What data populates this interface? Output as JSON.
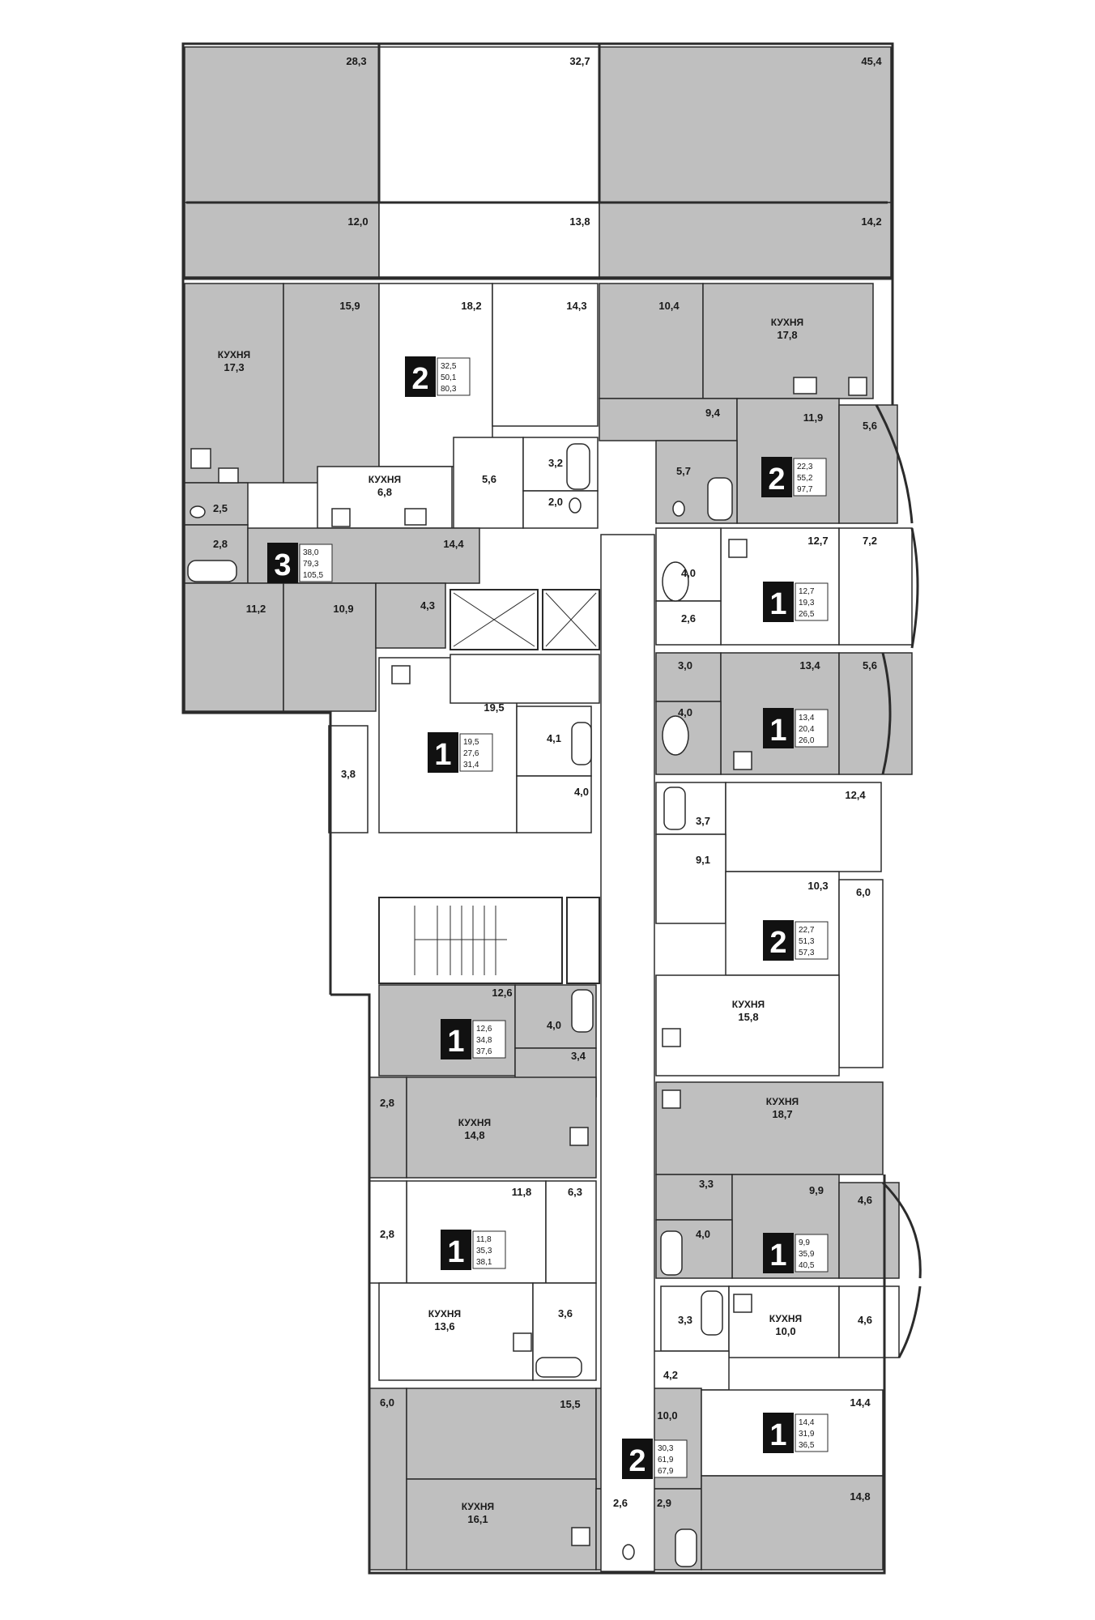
{
  "colors": {
    "apartment": "#bfbfbf",
    "common": "#ffffff",
    "wall": "#2b2b2b",
    "badge": "#111111"
  },
  "kitchen_word": "КУХНЯ",
  "rooms": [
    {
      "id": "r01",
      "label": "28,3",
      "fill": "apartment"
    },
    {
      "id": "r02",
      "label": "32,7",
      "fill": "common"
    },
    {
      "id": "r03",
      "label": "45,4",
      "fill": "apartment"
    },
    {
      "id": "r04",
      "label": "12,0",
      "fill": "apartment"
    },
    {
      "id": "r05",
      "label": "13,8",
      "fill": "common"
    },
    {
      "id": "r06",
      "label": "14,2",
      "fill": "apartment"
    },
    {
      "id": "r07",
      "label": "17,3",
      "kitchen": true,
      "fill": "apartment"
    },
    {
      "id": "r08",
      "label": "15,9",
      "fill": "apartment"
    },
    {
      "id": "r09",
      "label": "18,2",
      "fill": "common"
    },
    {
      "id": "r10",
      "label": "14,3",
      "fill": "common"
    },
    {
      "id": "r11",
      "label": "10,4",
      "fill": "apartment"
    },
    {
      "id": "r12",
      "label": "17,8",
      "kitchen": true,
      "fill": "apartment"
    },
    {
      "id": "r13",
      "label": "6,8",
      "kitchen": true,
      "fill": "common"
    },
    {
      "id": "r14",
      "label": "5,6",
      "fill": "common"
    },
    {
      "id": "r15",
      "label": "3,2",
      "fill": "common"
    },
    {
      "id": "r16",
      "label": "2,0",
      "fill": "common"
    },
    {
      "id": "r17",
      "label": "9,4",
      "fill": "apartment"
    },
    {
      "id": "r18",
      "label": "11,9",
      "fill": "apartment"
    },
    {
      "id": "r19",
      "label": "5,6",
      "fill": "apartment"
    },
    {
      "id": "r20",
      "label": "5,7",
      "fill": "apartment"
    },
    {
      "id": "r21",
      "label": "2,5",
      "fill": "apartment"
    },
    {
      "id": "r22",
      "label": "2,8",
      "fill": "apartment"
    },
    {
      "id": "r23",
      "label": "14,4",
      "fill": "apartment"
    },
    {
      "id": "r24",
      "label": "11,2",
      "fill": "apartment"
    },
    {
      "id": "r25",
      "label": "10,9",
      "fill": "apartment"
    },
    {
      "id": "r26",
      "label": "4,3",
      "fill": "apartment"
    },
    {
      "id": "r27",
      "label": "12,7",
      "fill": "common"
    },
    {
      "id": "r28",
      "label": "7,2",
      "fill": "common"
    },
    {
      "id": "r29",
      "label": "4,0",
      "fill": "common"
    },
    {
      "id": "r30",
      "label": "2,6",
      "fill": "common"
    },
    {
      "id": "r31",
      "label": "19,5",
      "fill": "common"
    },
    {
      "id": "r32",
      "label": "4,1",
      "fill": "common"
    },
    {
      "id": "r33",
      "label": "4,0",
      "fill": "common"
    },
    {
      "id": "r34",
      "label": "3,8",
      "fill": "common"
    },
    {
      "id": "r35",
      "label": "3,0",
      "fill": "apartment"
    },
    {
      "id": "r36",
      "label": "13,4",
      "fill": "apartment"
    },
    {
      "id": "r37",
      "label": "5,6",
      "fill": "apartment"
    },
    {
      "id": "r38",
      "label": "4,0",
      "fill": "apartment"
    },
    {
      "id": "r39",
      "label": "3,7",
      "fill": "common"
    },
    {
      "id": "r40",
      "label": "12,4",
      "fill": "common"
    },
    {
      "id": "r41",
      "label": "9,1",
      "fill": "common"
    },
    {
      "id": "r42",
      "label": "10,3",
      "fill": "common"
    },
    {
      "id": "r43",
      "label": "6,0",
      "fill": "common"
    },
    {
      "id": "r44",
      "label": "15,8",
      "kitchen": true,
      "fill": "common"
    },
    {
      "id": "r45",
      "label": "12,6",
      "fill": "apartment"
    },
    {
      "id": "r46",
      "label": "4,0",
      "fill": "apartment"
    },
    {
      "id": "r47",
      "label": "3,4",
      "fill": "apartment"
    },
    {
      "id": "r48",
      "label": "2,8",
      "fill": "apartment"
    },
    {
      "id": "r49",
      "label": "14,8",
      "kitchen": true,
      "fill": "apartment"
    },
    {
      "id": "r50",
      "label": "18,7",
      "kitchen": true,
      "fill": "apartment"
    },
    {
      "id": "r51",
      "label": "3,3",
      "fill": "apartment"
    },
    {
      "id": "r52",
      "label": "11,8",
      "fill": "common"
    },
    {
      "id": "r53",
      "label": "6,3",
      "fill": "common"
    },
    {
      "id": "r54",
      "label": "2,8",
      "fill": "common"
    },
    {
      "id": "r55",
      "label": "9,9",
      "fill": "apartment"
    },
    {
      "id": "r56",
      "label": "4,6",
      "fill": "apartment"
    },
    {
      "id": "r57",
      "label": "4,0",
      "fill": "apartment"
    },
    {
      "id": "r58",
      "label": "13,6",
      "kitchen": true,
      "fill": "common"
    },
    {
      "id": "r59",
      "label": "3,6",
      "fill": "common"
    },
    {
      "id": "r60",
      "label": "3,3",
      "fill": "common"
    },
    {
      "id": "r61",
      "label": "10,0",
      "kitchen": true,
      "fill": "common"
    },
    {
      "id": "r62",
      "label": "4,6",
      "fill": "common"
    },
    {
      "id": "r63",
      "label": "4,2",
      "fill": "common"
    },
    {
      "id": "r64",
      "label": "6,0",
      "fill": "apartment"
    },
    {
      "id": "r65",
      "label": "15,5",
      "fill": "apartment"
    },
    {
      "id": "r66",
      "label": "10,0",
      "fill": "apartment"
    },
    {
      "id": "r67",
      "label": "14,4",
      "fill": "common"
    },
    {
      "id": "r68",
      "label": "16,1",
      "kitchen": true,
      "fill": "apartment"
    },
    {
      "id": "r69",
      "label": "2,6",
      "fill": "apartment"
    },
    {
      "id": "r70",
      "label": "2,9",
      "fill": "apartment"
    },
    {
      "id": "r71",
      "label": "14,8",
      "fill": "apartment"
    }
  ],
  "apartments": [
    {
      "id": "a01",
      "rooms": "2",
      "stats": [
        "32,5",
        "50,1",
        "80,3"
      ]
    },
    {
      "id": "a02",
      "rooms": "2",
      "stats": [
        "22,3",
        "55,2",
        "97,7"
      ]
    },
    {
      "id": "a03",
      "rooms": "3",
      "stats": [
        "38,0",
        "79,3",
        "105,5"
      ]
    },
    {
      "id": "a04",
      "rooms": "1",
      "stats": [
        "12,7",
        "19,3",
        "26,5"
      ]
    },
    {
      "id": "a05",
      "rooms": "1",
      "stats": [
        "19,5",
        "27,6",
        "31,4"
      ]
    },
    {
      "id": "a06",
      "rooms": "1",
      "stats": [
        "13,4",
        "20,4",
        "26,0"
      ]
    },
    {
      "id": "a07",
      "rooms": "2",
      "stats": [
        "22,7",
        "51,3",
        "57,3"
      ]
    },
    {
      "id": "a08",
      "rooms": "1",
      "stats": [
        "12,6",
        "34,8",
        "37,6"
      ]
    },
    {
      "id": "a09",
      "rooms": "1",
      "stats": [
        "11,8",
        "35,3",
        "38,1"
      ]
    },
    {
      "id": "a10",
      "rooms": "1",
      "stats": [
        "9,9",
        "35,9",
        "40,5"
      ]
    },
    {
      "id": "a11",
      "rooms": "1",
      "stats": [
        "14,4",
        "31,9",
        "36,5"
      ]
    },
    {
      "id": "a12",
      "rooms": "2",
      "stats": [
        "30,3",
        "61,9",
        "67,9"
      ]
    }
  ]
}
